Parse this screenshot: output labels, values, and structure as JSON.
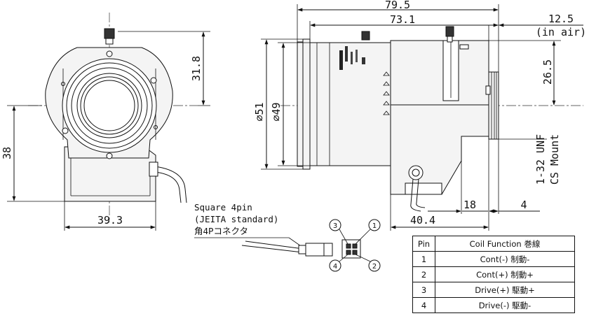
{
  "dimensions": {
    "overall_length": "79.5",
    "body_length": "73.1",
    "back_focus": "12.5",
    "back_focus_note": "(in air)",
    "height_to_center": "31.8",
    "diameter_outer": "⌀51",
    "diameter_inner": "⌀49",
    "mount_height": "26.5",
    "mount_thread": "1-32 UNF",
    "mount_type": "CS Mount",
    "center_to_base": "38",
    "base_width": "39.3",
    "cable_offset": "18",
    "thread_length": "4",
    "cable_to_flange": "40.4"
  },
  "connector": {
    "line1": "Square 4pin",
    "line2": "(JEITA standard)",
    "line3": "角4Pコネクタ",
    "pins": [
      "1",
      "2",
      "3",
      "4"
    ]
  },
  "pin_table": {
    "headers": [
      "Pin",
      "Coil Function 巻線"
    ],
    "rows": [
      {
        "pin": "1",
        "function": "Cont(-) 制動-"
      },
      {
        "pin": "2",
        "function": "Cont(+) 制動+"
      },
      {
        "pin": "3",
        "function": "Drive(+) 駆動+"
      },
      {
        "pin": "4",
        "function": "Drive(-) 駆動-"
      }
    ]
  }
}
